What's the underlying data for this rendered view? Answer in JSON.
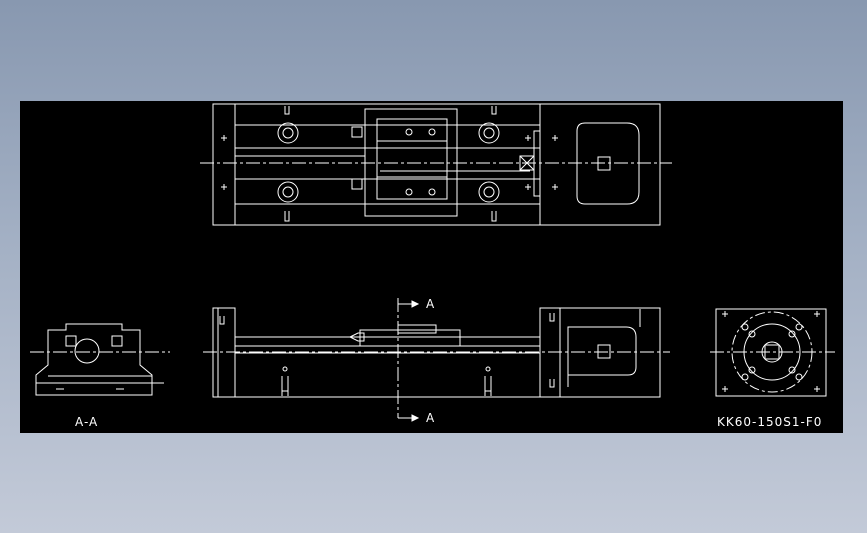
{
  "canvas": {
    "background": "#000000",
    "line_color": "#ffffff"
  },
  "labels": {
    "section_arrow_top": "A",
    "section_arrow_bottom": "A",
    "section_view_caption": "A-A",
    "model_number": "KK60-150S1-F0"
  }
}
